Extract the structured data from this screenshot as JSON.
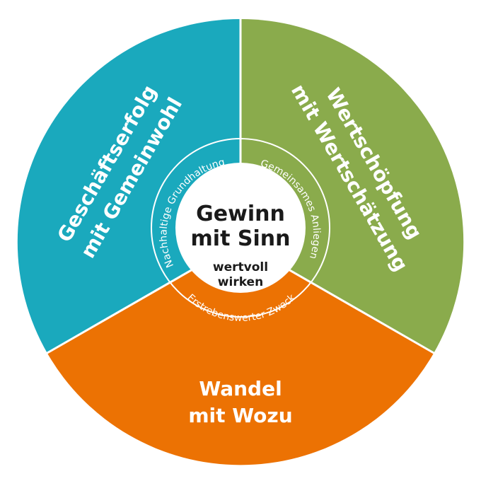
{
  "colors": {
    "teal": "#1aa9bd",
    "green": "#8aab4c",
    "orange": "#ec7203",
    "center_text": "#1a1a1a",
    "white": "#ffffff"
  },
  "segments": {
    "left": {
      "line1": "Geschäftserfolg",
      "line2": "mit Gemeinwohl"
    },
    "right": {
      "line1": "Wertschöpfung",
      "line2": "mit Wertschätzung"
    },
    "bottom": {
      "line1": "Wandel",
      "line2": "mit Wozu"
    }
  },
  "ring": {
    "left": "Nachhaltige Grundhaltung",
    "right": "Gemeinsames Anliegen",
    "bottom": "Erstrebenswerter Zweck"
  },
  "center": {
    "title_line1": "Gewinn",
    "title_line2": "mit Sinn",
    "sub_line1": "wertvoll",
    "sub_line2": "wirken"
  }
}
